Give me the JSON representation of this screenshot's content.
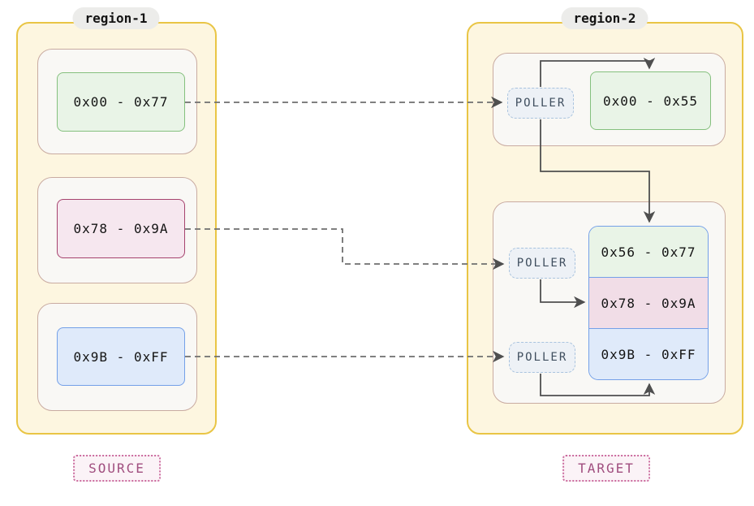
{
  "source": {
    "title": "region-1",
    "tag": "SOURCE",
    "blocks": [
      {
        "label": "0x00 - 0x77",
        "color": "green"
      },
      {
        "label": "0x78 - 0x9A",
        "color": "pink"
      },
      {
        "label": "0x9B - 0xFF",
        "color": "blue"
      }
    ]
  },
  "target": {
    "title": "region-2",
    "tag": "TARGET",
    "pollers": [
      {
        "label": "POLLER"
      },
      {
        "label": "POLLER"
      },
      {
        "label": "POLLER"
      }
    ],
    "top_block": {
      "label": "0x00 - 0x55",
      "color": "green"
    },
    "stacked_blocks": [
      {
        "label": "0x56 - 0x77",
        "color": "green"
      },
      {
        "label": "0x78 - 0x9A",
        "color": "pink"
      },
      {
        "label": "0x9B - 0xFF",
        "color": "blue"
      }
    ]
  },
  "colors": {
    "region_fill": "#fdf6e0",
    "region_border": "#e9c545",
    "subcontainer_fill": "#f9f8f5",
    "subcontainer_border": "#c9aba1",
    "green_fill": "#e9f4e7",
    "green_border": "#85c07e",
    "pink_fill": "#f6e7ef",
    "pink_border": "#a6436e",
    "blue_fill": "#dfeafa",
    "blue_border": "#74a0e8",
    "poller_fill": "#edf1f6",
    "poller_border": "#a9c3de",
    "poller_text": "#3f4e5e",
    "tag_fill": "#fbf3f7",
    "tag_border": "#cb6b9e",
    "tag_text": "#a04e7f",
    "label_pill_fill": "#ececea",
    "arrow": "#4f4f4f"
  }
}
